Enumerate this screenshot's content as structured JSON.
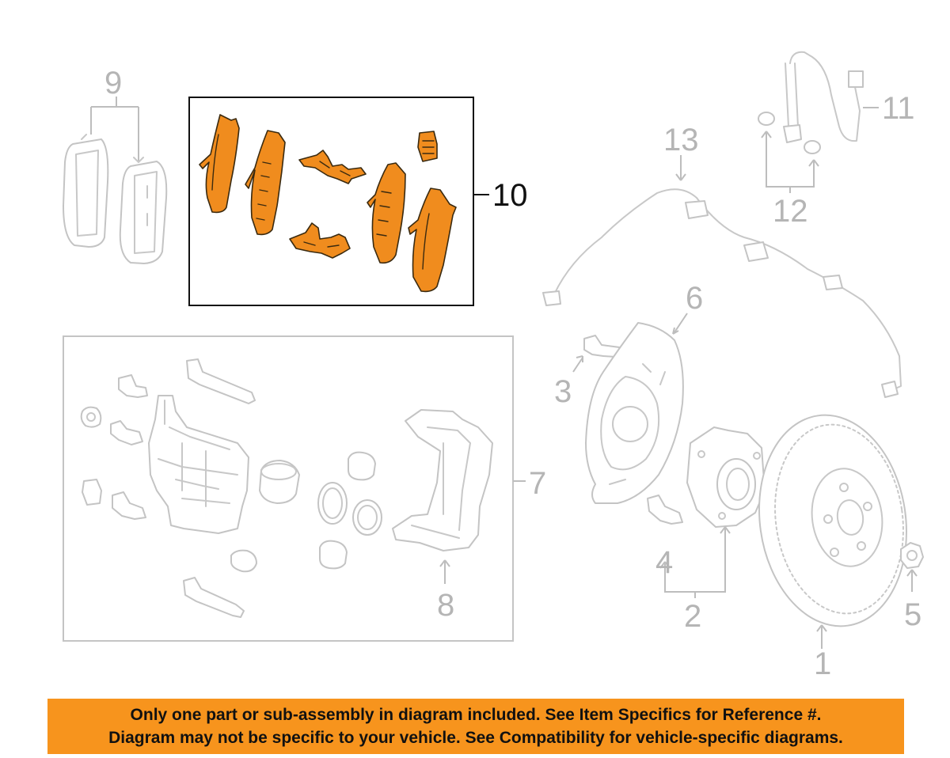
{
  "callouts": {
    "c1": "1",
    "c2": "2",
    "c3": "3",
    "c4": "4",
    "c5": "5",
    "c6": "6",
    "c7": "7",
    "c8": "8",
    "c9": "9",
    "c10": "10",
    "c11": "11",
    "c12": "12",
    "c13": "13"
  },
  "highlighted_callout": "10",
  "colors": {
    "highlight_part": "#f08c1e",
    "banner_background": "#f7941d",
    "grey_parts": "#c8c8c8"
  },
  "banner": {
    "line1": "Only one part or sub-assembly in diagram included. See Item Specifics for Reference #.",
    "line2": "Diagram may not be specific to your vehicle. See Compatibility for vehicle-specific diagrams."
  }
}
